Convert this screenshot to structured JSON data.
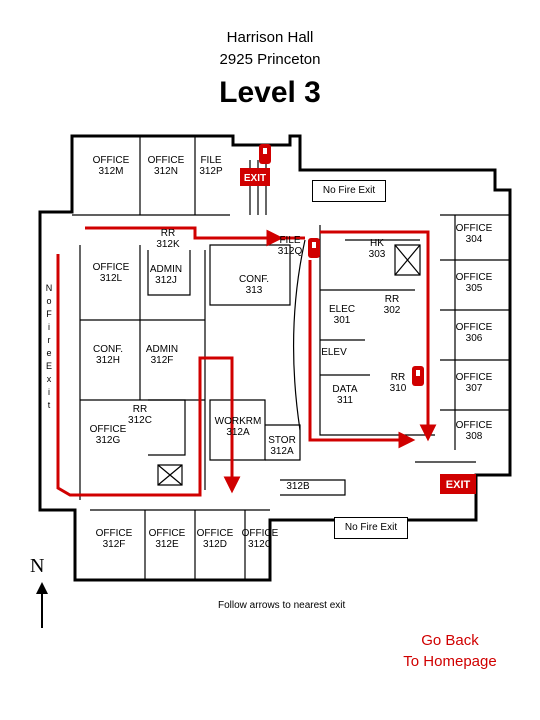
{
  "header": {
    "building": "Harrison Hall",
    "address": "2925 Princeton",
    "level": "Level 3"
  },
  "notes": {
    "no_fire_exit_top": "No Fire Exit",
    "no_fire_exit_bottom": "No Fire Exit",
    "no_fire_exit_side": "N o F i r e E x i t"
  },
  "exit_label": "EXIT",
  "compass": "N",
  "instruction": "Follow arrows to nearest exit",
  "nav": {
    "back_line1": "Go Back",
    "back_line2": "To Homepage"
  },
  "rooms": {
    "office_312m": "OFFICE\n312M",
    "office_312n": "OFFICE\n312N",
    "file_312p": "FILE\n312P",
    "rr_312k": "RR\n312K",
    "office_312l": "OFFICE\n312L",
    "admin_312j": "ADMIN\n312J",
    "conf_313": "CONF.\n313",
    "file_312q": "FILE\n312Q",
    "hk_303": "HK\n303",
    "office_304": "OFFICE\n304",
    "office_305": "OFFICE\n305",
    "elec_301": "ELEC\n301",
    "rr_302": "RR\n302",
    "office_306": "OFFICE\n306",
    "conf_312h": "CONF.\n312H",
    "admin_312f": "ADMIN\n312F",
    "elev": "ELEV",
    "data_311": "DATA\n311",
    "rr_310": "RR\n310",
    "office_307": "OFFICE\n307",
    "office_312g": "OFFICE\n312G",
    "rr_312c": "RR\n312C",
    "workrm_312a": "WORKRM\n312A",
    "stor_312a": "STOR\n312A",
    "office_308": "OFFICE\n308",
    "corr_312b": "312B",
    "office_312f": "OFFICE\n312F",
    "office_312e": "OFFICE\n312E",
    "office_312d": "OFFICE\n312D",
    "office_312c": "OFFICE\n312C"
  },
  "colors": {
    "route": "#d00000",
    "exit_bg": "#d00000",
    "wall": "#000000"
  }
}
